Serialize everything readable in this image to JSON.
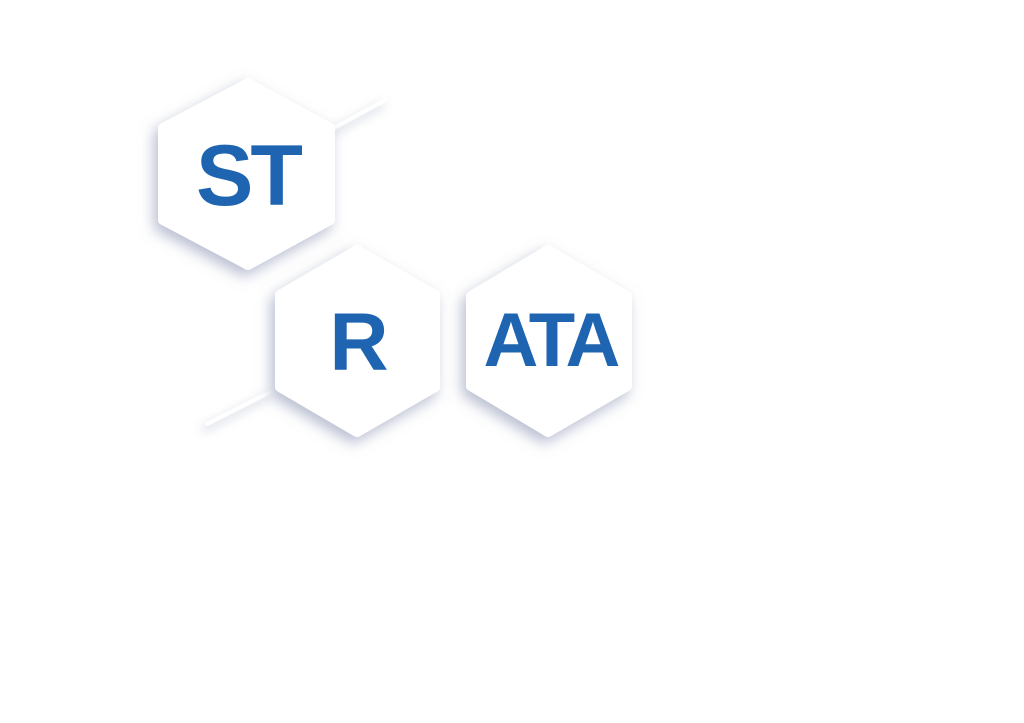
{
  "logo": {
    "name": "STRATA",
    "text_color": "#1e64b0",
    "hex_fill": "#ffffff",
    "shadow_color": "#9aa3bf",
    "connector_color": "#ffffff",
    "tiles": [
      {
        "label": "ST"
      },
      {
        "label": "R"
      },
      {
        "label": "ATA"
      }
    ]
  }
}
